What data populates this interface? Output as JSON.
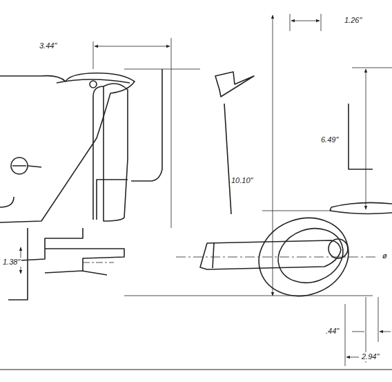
{
  "diagram": {
    "labels": [
      "3.44\"",
      "1.26\"",
      "6.49\"",
      "10.10\"",
      "1.38\"",
      "ø",
      ".44\"",
      "2.94\""
    ]
  }
}
